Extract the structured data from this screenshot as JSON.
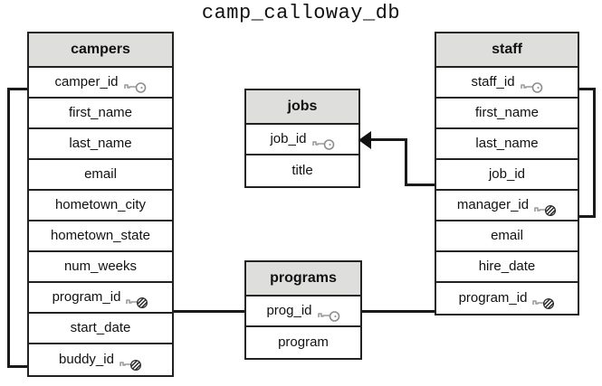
{
  "diagram": {
    "title": "camp_calloway_db",
    "type": "entity-relationship-diagram",
    "colors": {
      "header_fill": "#dededd",
      "border": "#222222",
      "line": "#1a1a1a",
      "text": "#111111",
      "background": "#ffffff"
    }
  },
  "tables": {
    "campers": {
      "name": "campers",
      "fields": [
        {
          "name": "camper_id",
          "key": "primary-key-icon"
        },
        {
          "name": "first_name",
          "key": ""
        },
        {
          "name": "last_name",
          "key": ""
        },
        {
          "name": "email",
          "key": ""
        },
        {
          "name": "hometown_city",
          "key": ""
        },
        {
          "name": "hometown_state",
          "key": ""
        },
        {
          "name": "num_weeks",
          "key": ""
        },
        {
          "name": "program_id",
          "key": "foreign-key-icon"
        },
        {
          "name": "start_date",
          "key": ""
        },
        {
          "name": "buddy_id",
          "key": "foreign-key-icon"
        }
      ]
    },
    "jobs": {
      "name": "jobs",
      "fields": [
        {
          "name": "job_id",
          "key": "primary-key-icon"
        },
        {
          "name": "title",
          "key": ""
        }
      ]
    },
    "programs": {
      "name": "programs",
      "fields": [
        {
          "name": "prog_id",
          "key": "primary-key-icon"
        },
        {
          "name": "program",
          "key": ""
        }
      ]
    },
    "staff": {
      "name": "staff",
      "fields": [
        {
          "name": "staff_id",
          "key": "primary-key-icon"
        },
        {
          "name": "first_name",
          "key": ""
        },
        {
          "name": "last_name",
          "key": ""
        },
        {
          "name": "job_id",
          "key": ""
        },
        {
          "name": "manager_id",
          "key": "foreign-key-icon"
        },
        {
          "name": "email",
          "key": ""
        },
        {
          "name": "hire_date",
          "key": ""
        },
        {
          "name": "program_id",
          "key": "foreign-key-icon"
        }
      ]
    }
  },
  "relationships": [
    {
      "from": "campers.buddy_id",
      "to": "campers.camper_id",
      "label": "camper-buddy-self-reference"
    },
    {
      "from": "campers.program_id",
      "to": "programs.prog_id",
      "label": "camper-program"
    },
    {
      "from": "staff.program_id",
      "to": "programs.prog_id",
      "label": "staff-program"
    },
    {
      "from": "staff.job_id",
      "to": "jobs.job_id",
      "label": "staff-job"
    },
    {
      "from": "staff.manager_id",
      "to": "staff.staff_id",
      "label": "staff-manager-self-reference"
    }
  ]
}
